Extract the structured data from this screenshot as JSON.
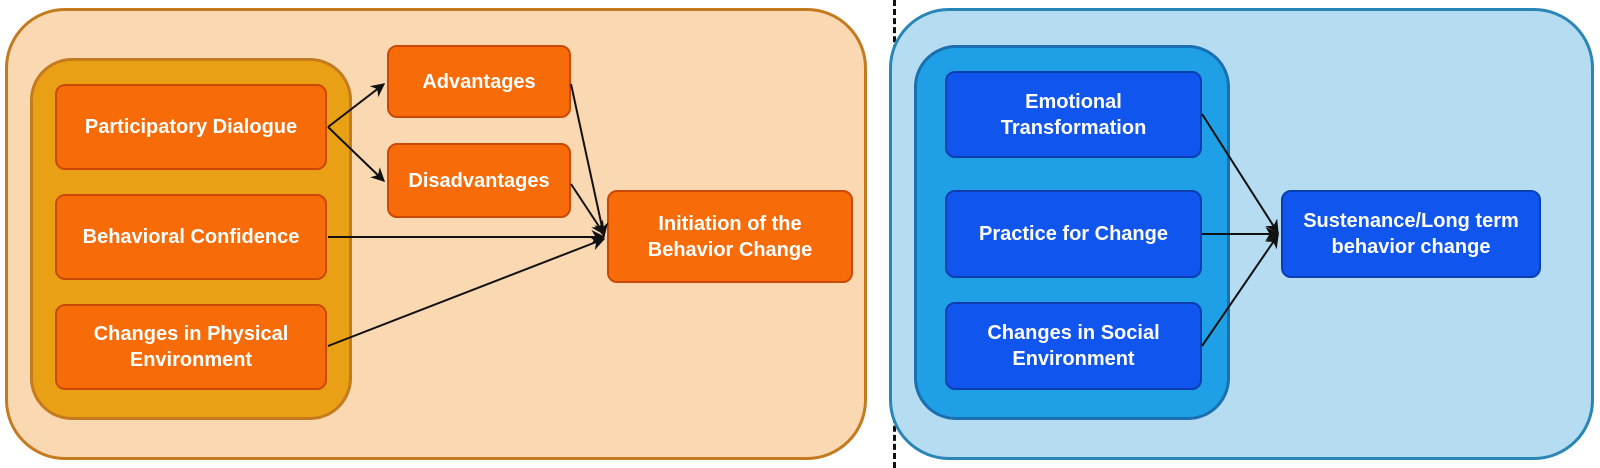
{
  "colors": {
    "left_panel_fill": "#f9d8b2",
    "left_panel_border": "#c47a1e",
    "left_group_fill": "#eaa015",
    "left_group_border": "#c47a1e",
    "right_panel_fill": "#b5dcf0",
    "right_panel_border": "#2a86b6",
    "right_group_fill": "#1fa0e6",
    "right_group_border": "#1a6fb0",
    "orange_node": "#f76b09",
    "blue_node": "#0f55ee",
    "arrow": "#111111"
  },
  "initiation_stage": {
    "factors": [
      {
        "id": "participatory",
        "label": "Participatory Dialogue"
      },
      {
        "id": "confidence",
        "label": "Behavioral Confidence"
      },
      {
        "id": "physical",
        "label": "Changes in Physical\nEnvironment"
      }
    ],
    "weighing": [
      {
        "id": "advantages",
        "label": "Advantages"
      },
      {
        "id": "disadvantages",
        "label": "Disadvantages"
      }
    ],
    "outcome": {
      "id": "initiation",
      "label": "Initiation of the\nBehavior Change"
    }
  },
  "sustenance_stage": {
    "factors": [
      {
        "id": "emotional",
        "label": "Emotional\nTransformation"
      },
      {
        "id": "practice",
        "label": "Practice for Change"
      },
      {
        "id": "social",
        "label": "Changes in Social\nEnvironment"
      }
    ],
    "outcome": {
      "id": "sustenance",
      "label": "Sustenance/Long term\nbehavior change"
    }
  },
  "edges": [
    {
      "from": "participatory",
      "to": "advantages"
    },
    {
      "from": "participatory",
      "to": "disadvantages"
    },
    {
      "from": "advantages",
      "to": "initiation"
    },
    {
      "from": "disadvantages",
      "to": "initiation"
    },
    {
      "from": "confidence",
      "to": "initiation"
    },
    {
      "from": "physical",
      "to": "initiation"
    },
    {
      "from": "emotional",
      "to": "sustenance"
    },
    {
      "from": "practice",
      "to": "sustenance"
    },
    {
      "from": "social",
      "to": "sustenance"
    }
  ]
}
